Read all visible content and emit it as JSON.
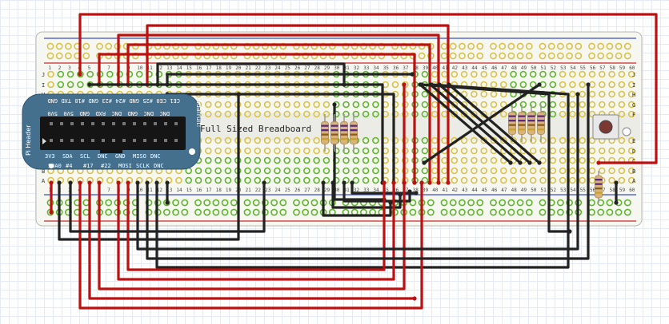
{
  "breadboard": {
    "title": "Full Sized Breadboard",
    "row_letters_top": [
      "J",
      "I",
      "H",
      "G",
      "F"
    ],
    "row_letters_bottom": [
      "E",
      "D",
      "C",
      "B",
      "A"
    ],
    "column_count": 60
  },
  "cobbler": {
    "label": "Pi Header",
    "brand": "adafruit!",
    "top_pins": [
      "GND",
      "TXD",
      "#18",
      "GND",
      "#23",
      "#24",
      "GND",
      "#25",
      "CE0",
      "CE1"
    ],
    "upper_pins": [
      "5V0",
      "5V0",
      "GND",
      "RXD",
      "DNC",
      "GND",
      "DNC",
      "DNC"
    ],
    "lower_pins": [
      "3V3",
      "SDA",
      "SCL",
      "DNC",
      "GND",
      "MISO",
      "DNC"
    ],
    "bottom_pins": [
      "SDA0",
      "#4",
      "#17",
      "#22",
      "MOSI",
      "SCLK",
      "DNC"
    ]
  },
  "colors": {
    "wire_red": "#bb1111",
    "wire_black": "#222222",
    "cobbler_blue": "#44708e",
    "rail_red": "#cc2a2a",
    "rail_blue": "#3b4ec8",
    "hole_yellow": "#d9c24a",
    "hole_green": "#5fb52d"
  }
}
